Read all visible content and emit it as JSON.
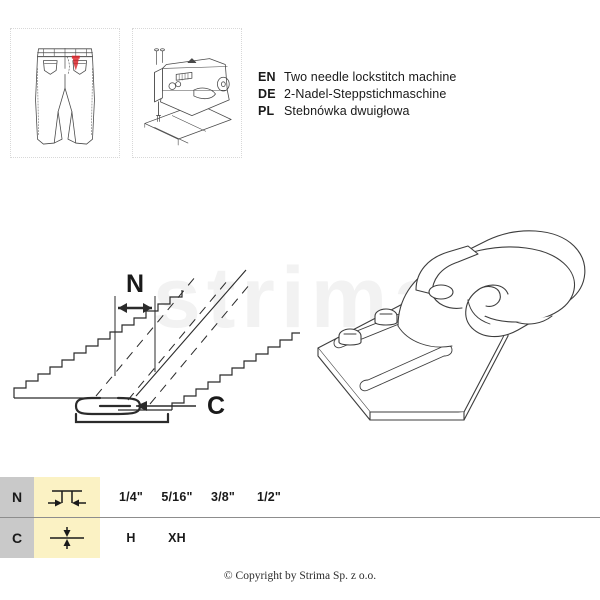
{
  "watermark": {
    "text": "strima"
  },
  "header": {
    "thumbnails": [
      {
        "name": "jeans-illustration",
        "alt": "Jeans with highlighted seam"
      },
      {
        "name": "sewing-machine-illustration",
        "alt": "Industrial lockstitch sewing machine"
      }
    ],
    "languages": [
      {
        "code": "EN",
        "text": "Two needle lockstitch machine"
      },
      {
        "code": "DE",
        "text": "2-Nadel-Steppstichmaschine"
      },
      {
        "code": "PL",
        "text": "Stebnówka dwuigłowa"
      }
    ]
  },
  "figures": {
    "seam_diagram": {
      "name": "seam-cross-section-diagram",
      "labels": [
        {
          "id": "N",
          "text": "N"
        },
        {
          "id": "C",
          "text": "C"
        }
      ]
    },
    "folder_drawing": {
      "name": "folder-attachment-drawing"
    }
  },
  "spec_table": {
    "rows": [
      {
        "code": "N",
        "icon": "needle-gauge-icon",
        "values": [
          "1/4\"",
          "5/16\"",
          "3/8\"",
          "1/2\""
        ]
      },
      {
        "code": "C",
        "icon": "material-thickness-icon",
        "values": [
          "H",
          "XH"
        ]
      }
    ]
  },
  "footer": {
    "copyright": "© Copyright by Strima Sp. z o.o."
  },
  "colors": {
    "code_column": "#c9c9c9",
    "icon_column": "#fbf2c4",
    "ink": "#1a1a1a",
    "accent_red": "#d8252a",
    "watermark": "#f2f2f2"
  }
}
